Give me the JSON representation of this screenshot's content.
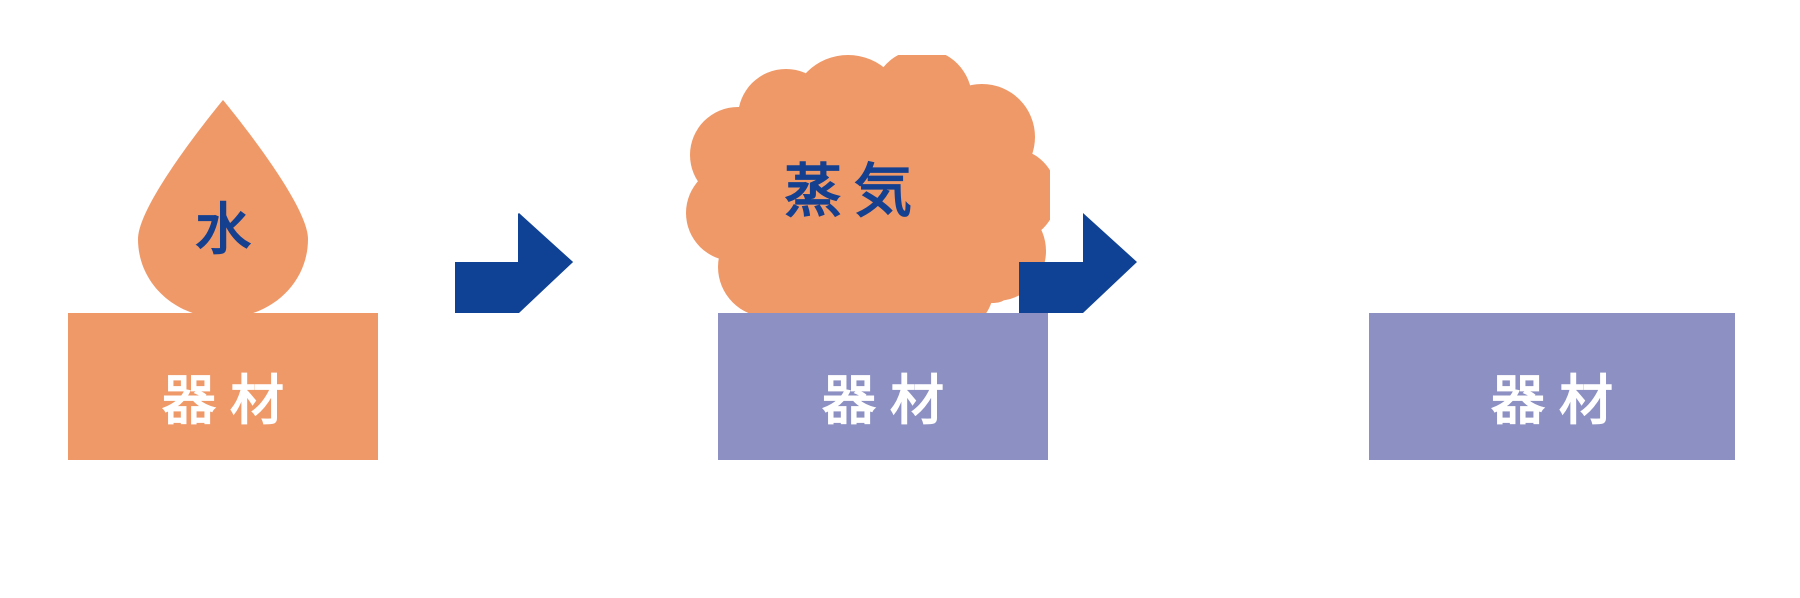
{
  "diagram": {
    "title": "水 → 蒸気 → 器材 (steam sterilization process)",
    "background_color": "#FFFFFF",
    "colors": {
      "orange": "#EF9969",
      "purple": "#8C90C3",
      "blue": "#0F4295",
      "text_blue": "#15408F",
      "text_white": "#FFFFFF"
    }
  },
  "steps": [
    {
      "id": "step-1",
      "shape": "water-droplet",
      "shape_label": "水",
      "shape_color": "#EF9969",
      "shape_label_color": "#15408F",
      "bar_label": "器材",
      "bar_color": "#EF9969",
      "bar_label_color": "#FFFFFF"
    },
    {
      "id": "step-2",
      "shape": "steam-cloud",
      "shape_label": "蒸気",
      "shape_color": "#EF9969",
      "shape_label_color": "#15408F",
      "bar_label": "器材",
      "bar_color": "#8C90C3",
      "bar_label_color": "#FFFFFF"
    },
    {
      "id": "step-3",
      "shape": null,
      "shape_label": null,
      "bar_label": "器材",
      "bar_color": "#8C90C3",
      "bar_label_color": "#FFFFFF"
    }
  ],
  "arrows": [
    {
      "id": "arrow-1",
      "direction": "right",
      "color": "#0F4295"
    },
    {
      "id": "arrow-2",
      "direction": "right",
      "color": "#0F4295"
    }
  ],
  "icons": {
    "droplet": "water-droplet-icon",
    "cloud": "steam-cloud-icon",
    "arrow": "arrow-right-icon"
  }
}
